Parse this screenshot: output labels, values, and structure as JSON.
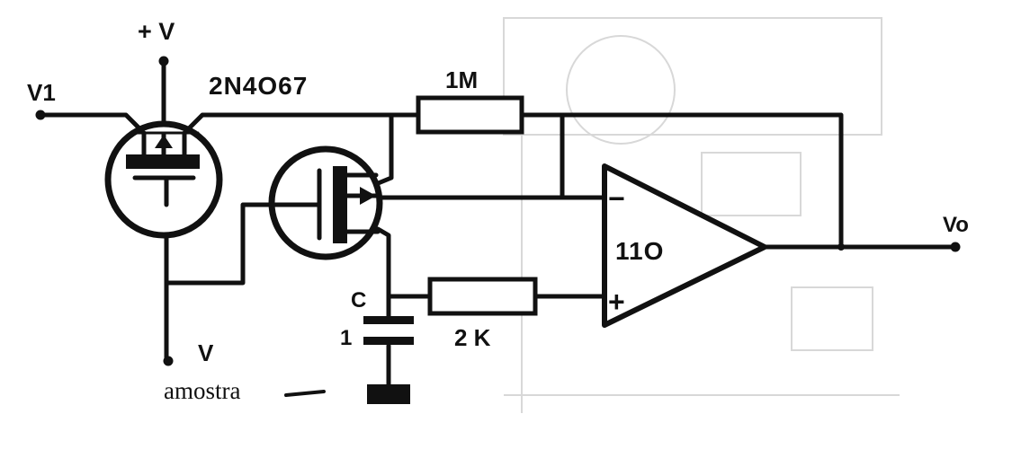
{
  "labels": {
    "supply_positive": "+ V",
    "input_v1": "V1",
    "mosfet_part": "2N4O67",
    "feedback_resistor": "1M",
    "output_vo": "Vo",
    "opamp_model": "11O",
    "opamp_inverting": "−",
    "opamp_noninverting": "+",
    "capacitor_name": "C",
    "capacitor_value": "1",
    "series_resistor": "2 K",
    "gate_supply": "V",
    "sample_label": "amostra"
  },
  "colors": {
    "ink": "#111111",
    "paper": "#ffffff",
    "bleed_through": "#d8d8d8"
  }
}
